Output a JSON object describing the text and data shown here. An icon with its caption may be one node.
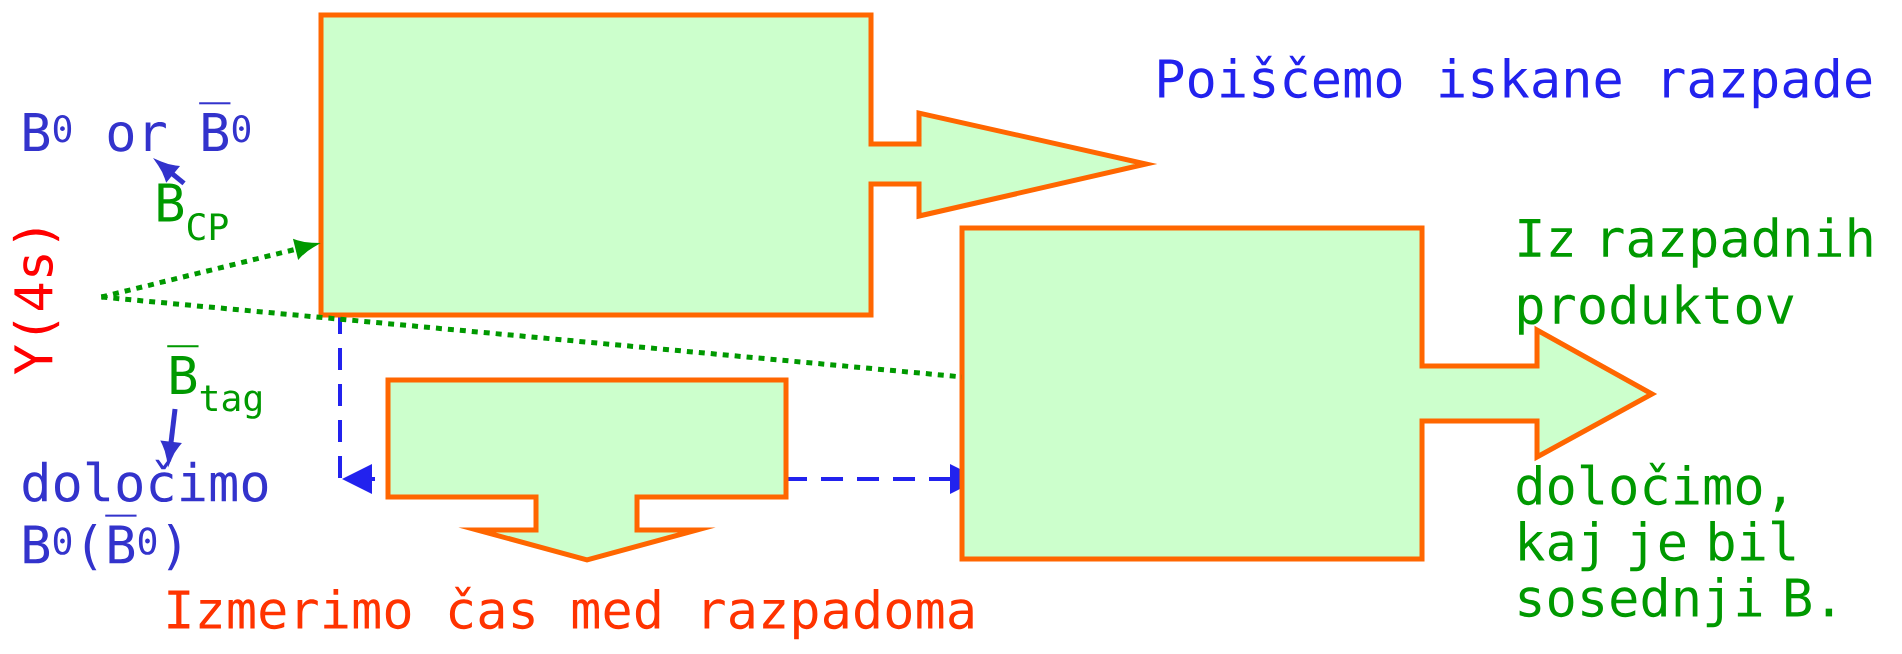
{
  "diagram": {
    "nodes": [
      {
        "text": [
          "Υ(4s)"
        ]
      },
      {
        "text": [],
        "shape": "callout",
        "beside": [
          "Poiščemo iskane razpade"
        ]
      },
      {
        "text": [],
        "shape": "callout",
        "beside": [
          "Izmerimo čas med razpadoma"
        ]
      },
      {
        "text": [],
        "shape": "callout",
        "beside": [
          "Iz razpadnih produktov",
          "določimo, kaj je bil sosednji B."
        ]
      },
      {
        "text": [
          "B$_{CP}$"
        ]
      },
      {
        "text": [
          "B$^{0}$ or B̅$^{0}$"
        ]
      },
      {
        "text": [
          "B̅$_{tag}$"
        ]
      },
      {
        "text": [
          "določimo B$^{0}$(B̅$^{0}$)"
        ]
      }
    ],
    "edges": [
      {
        "from": 0,
        "to": 1,
        "arrow": "to",
        "style": "dashed",
        "color": "#009900"
      },
      {
        "from": 0,
        "to": 3,
        "arrow": "none",
        "style": "dashed",
        "color": "#009900"
      },
      {
        "from": 4,
        "to": 5,
        "arrow": "to",
        "color": "#3333cc"
      },
      {
        "from": 6,
        "to": 7,
        "arrow": "to",
        "color": "#3333cc"
      }
    ]
  }
}
